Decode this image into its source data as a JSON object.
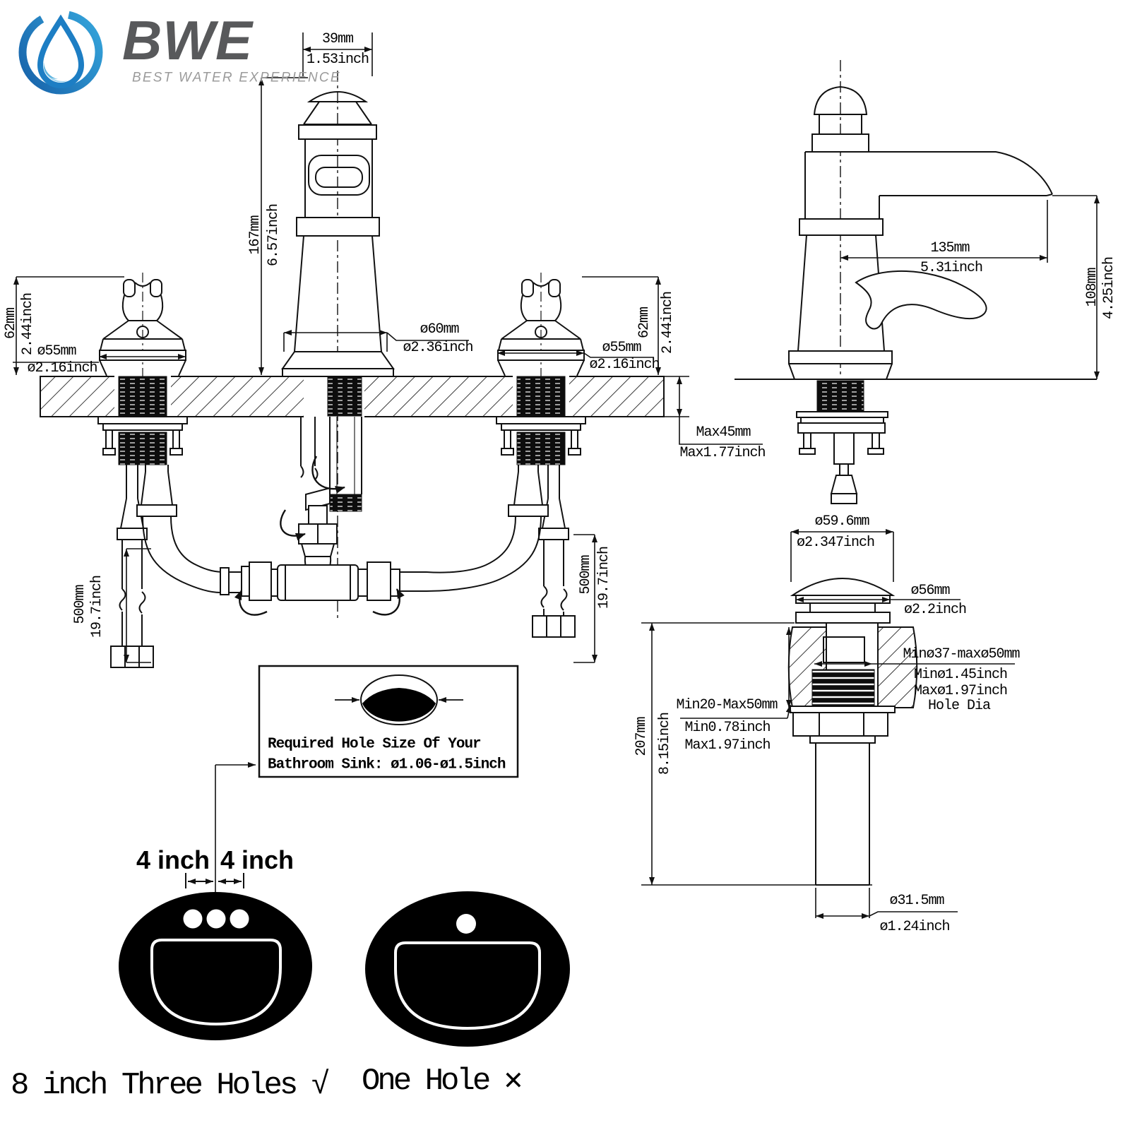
{
  "logo": {
    "name": "BWE",
    "tagline": "BEST WATER EXPERIENCE"
  },
  "colors": {
    "line": "#111111",
    "logo_blue": "#1d7ec4",
    "logo_blue_dark": "#1660a8",
    "logo_blue_light": "#36a7dd",
    "logo_gray": "#58595b",
    "tagline_gray": "#9b9b9b"
  },
  "front_view": {
    "spout_width_mm": "39mm",
    "spout_width_in": "1.53inch",
    "spout_height_mm": "167mm",
    "spout_height_in": "6.57inch",
    "handle_height_mm": "62mm",
    "handle_height_in": "2.44inch",
    "handle_dia_mm": "ø55mm",
    "handle_dia_in": "ø2.16inch",
    "spout_base_dia_mm": "ø60mm",
    "spout_base_dia_in": "ø2.36inch",
    "deck_thickness_mm": "Max45mm",
    "deck_thickness_in": "Max1.77inch",
    "hose_length_mm": "500mm",
    "hose_length_in": "19.7inch"
  },
  "side_view": {
    "spout_reach_mm": "135mm",
    "spout_reach_in": "5.31inch",
    "spout_height_mm": "108mm",
    "spout_height_in": "4.25inch"
  },
  "drain": {
    "cap_dia_mm": "ø59.6mm",
    "cap_dia_in": "ø2.347inch",
    "flange_dia_mm": "ø56mm",
    "flange_dia_in": "ø2.2inch",
    "hole_dia_mm": "Minø37-maxø50mm",
    "hole_dia_in_min": "Minø1.45inch",
    "hole_dia_in_max": "Maxø1.97inch",
    "hole_dia_label": "Hole Dia",
    "deck_range_mm": "Min20-Max50mm",
    "deck_range_in_min": "Min0.78inch",
    "deck_range_in_max": "Max1.97inch",
    "height_mm": "207mm",
    "height_in": "8.15inch",
    "tail_dia_mm": "ø31.5mm",
    "tail_dia_in": "ø1.24inch"
  },
  "note_box": {
    "line1": "Required Hole Size Of Your",
    "line2": "Bathroom Sink: ø1.06-ø1.5inch"
  },
  "sinks": {
    "spacing_left": "4 inch",
    "spacing_right": "4 inch",
    "three_hole_caption": "8 inch Three Holes √",
    "one_hole_caption": "One Hole ✕"
  }
}
